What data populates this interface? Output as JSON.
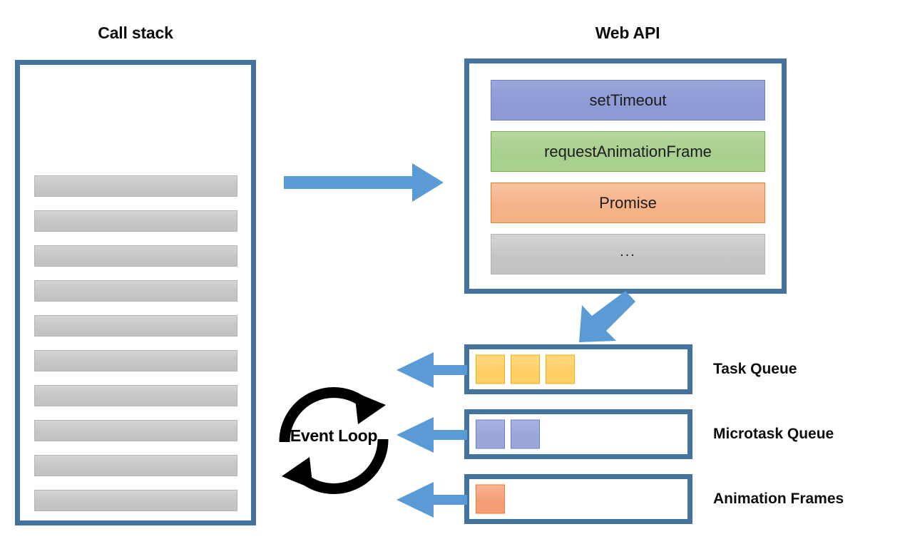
{
  "diagram": {
    "titles": {
      "call_stack": "Call stack",
      "web_api": "Web API"
    },
    "call_stack": {
      "frame_count": 10,
      "frames": [
        "",
        "",
        "",
        "",
        "",
        "",
        "",
        "",
        "",
        ""
      ]
    },
    "web_api": {
      "entries": [
        {
          "label": "setTimeout",
          "color": "#8e9bd5",
          "kind": "task"
        },
        {
          "label": "requestAnimationFrame",
          "color": "#a9d08e",
          "kind": "animation"
        },
        {
          "label": "Promise",
          "color": "#f4b183",
          "kind": "microtask"
        },
        {
          "label": "...",
          "color": "#c1c1c1",
          "kind": "other"
        }
      ]
    },
    "queues": [
      {
        "id": "task-queue",
        "label": "Task Queue",
        "item_color": "#ffd06b",
        "item_count": 3,
        "items": [
          "",
          "",
          ""
        ]
      },
      {
        "id": "microtask-queue",
        "label": "Microtask Queue",
        "item_color": "#9ba7db",
        "item_count": 2,
        "items": [
          "",
          ""
        ]
      },
      {
        "id": "animation-frames",
        "label": "Animation Frames",
        "item_color": "#f59e78",
        "item_count": 1,
        "items": [
          ""
        ]
      }
    ],
    "event_loop": {
      "label": "Event Loop"
    },
    "arrows": [
      {
        "name": "call-stack-to-web-api",
        "direction": "right"
      },
      {
        "name": "web-api-to-task-queue",
        "direction": "down-left"
      },
      {
        "name": "task-queue-to-event-loop",
        "direction": "left"
      },
      {
        "name": "microtask-queue-to-event-loop",
        "direction": "left"
      },
      {
        "name": "animation-frames-to-event-loop",
        "direction": "left"
      }
    ],
    "colors": {
      "frame_border": "#44749d",
      "arrow_fill": "#5b9bd5",
      "stack_bar": "#c6c6c6",
      "text": "#0d0d0d",
      "background": "#ffffff"
    }
  }
}
